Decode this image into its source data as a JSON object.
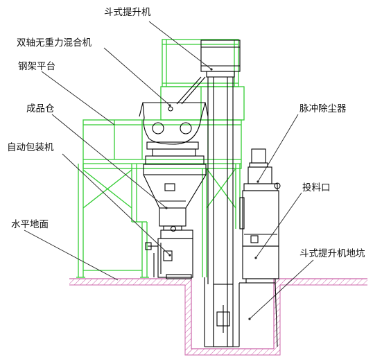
{
  "labels": {
    "bucket_elevator": "斗式提升机",
    "mixer": "双轴无重力混合机",
    "steel_platform": "钢架平台",
    "product_bin": "成品仓",
    "packing_machine": "自动包装机",
    "ground_level": "水平地面",
    "dust_collector": "脉冲除尘器",
    "feed_inlet": "投料口",
    "elevator_pit": "斗式提升机地坑"
  },
  "colors": {
    "frame": "#33cc33",
    "equipment": "#000000",
    "ground_hatch": "#cc66aa",
    "leader": "#222222"
  }
}
